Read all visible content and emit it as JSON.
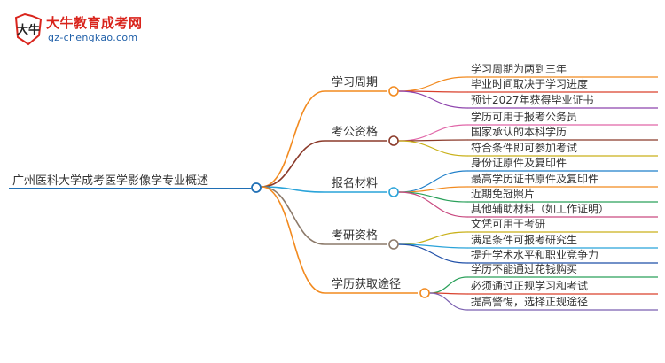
{
  "logo": {
    "title": "大牛教育成考网",
    "domain": "gz-chengkao.com",
    "badge_text": "大牛"
  },
  "mindmap": {
    "root": "广州医科大学成考医学影像学专业概述",
    "branches": [
      {
        "label": "学习周期",
        "color": "#f28a1f",
        "children": [
          {
            "label": "学习周期为两到三年",
            "color": "#f28a1f"
          },
          {
            "label": "毕业时间取决于学习进度",
            "color": "#d9402c"
          },
          {
            "label": "预计2027年获得毕业证书",
            "color": "#8e44ad"
          }
        ]
      },
      {
        "label": "考公资格",
        "color": "#8b3a2a",
        "children": [
          {
            "label": "学历可用于报考公务员",
            "color": "#e066a8"
          },
          {
            "label": "国家承认的本科学历",
            "color": "#8b3a2a"
          },
          {
            "label": "符合条件即可参加考试",
            "color": "#c9b11a"
          }
        ]
      },
      {
        "label": "报名材料",
        "color": "#29a3d9",
        "children": [
          {
            "label": "身份证原件及复印件",
            "color": "#1f7fc9"
          },
          {
            "label": "最高学历证书原件及复印件",
            "color": "#f28a1f"
          },
          {
            "label": "近期免冠照片",
            "color": "#2aa05a"
          },
          {
            "label": "其他辅助材料（如工作证明）",
            "color": "#c94a80"
          }
        ]
      },
      {
        "label": "考研资格",
        "color": "#8c7a6a",
        "children": [
          {
            "label": "文凭可用于考研",
            "color": "#c9b11a"
          },
          {
            "label": "满足条件可报考研究生",
            "color": "#29a3d9"
          },
          {
            "label": "提升学术水平和职业竞争力",
            "color": "#1f4fa8"
          }
        ]
      },
      {
        "label": "学历获取途径",
        "color": "#f28a1f",
        "children": [
          {
            "label": "学历不能通过花钱购买",
            "color": "#2aa05a"
          },
          {
            "label": "必须通过正规学习和考试",
            "color": "#d9402c"
          },
          {
            "label": "提高警惕，选择正规途径",
            "color": "#7a5fb0"
          }
        ]
      }
    ]
  }
}
